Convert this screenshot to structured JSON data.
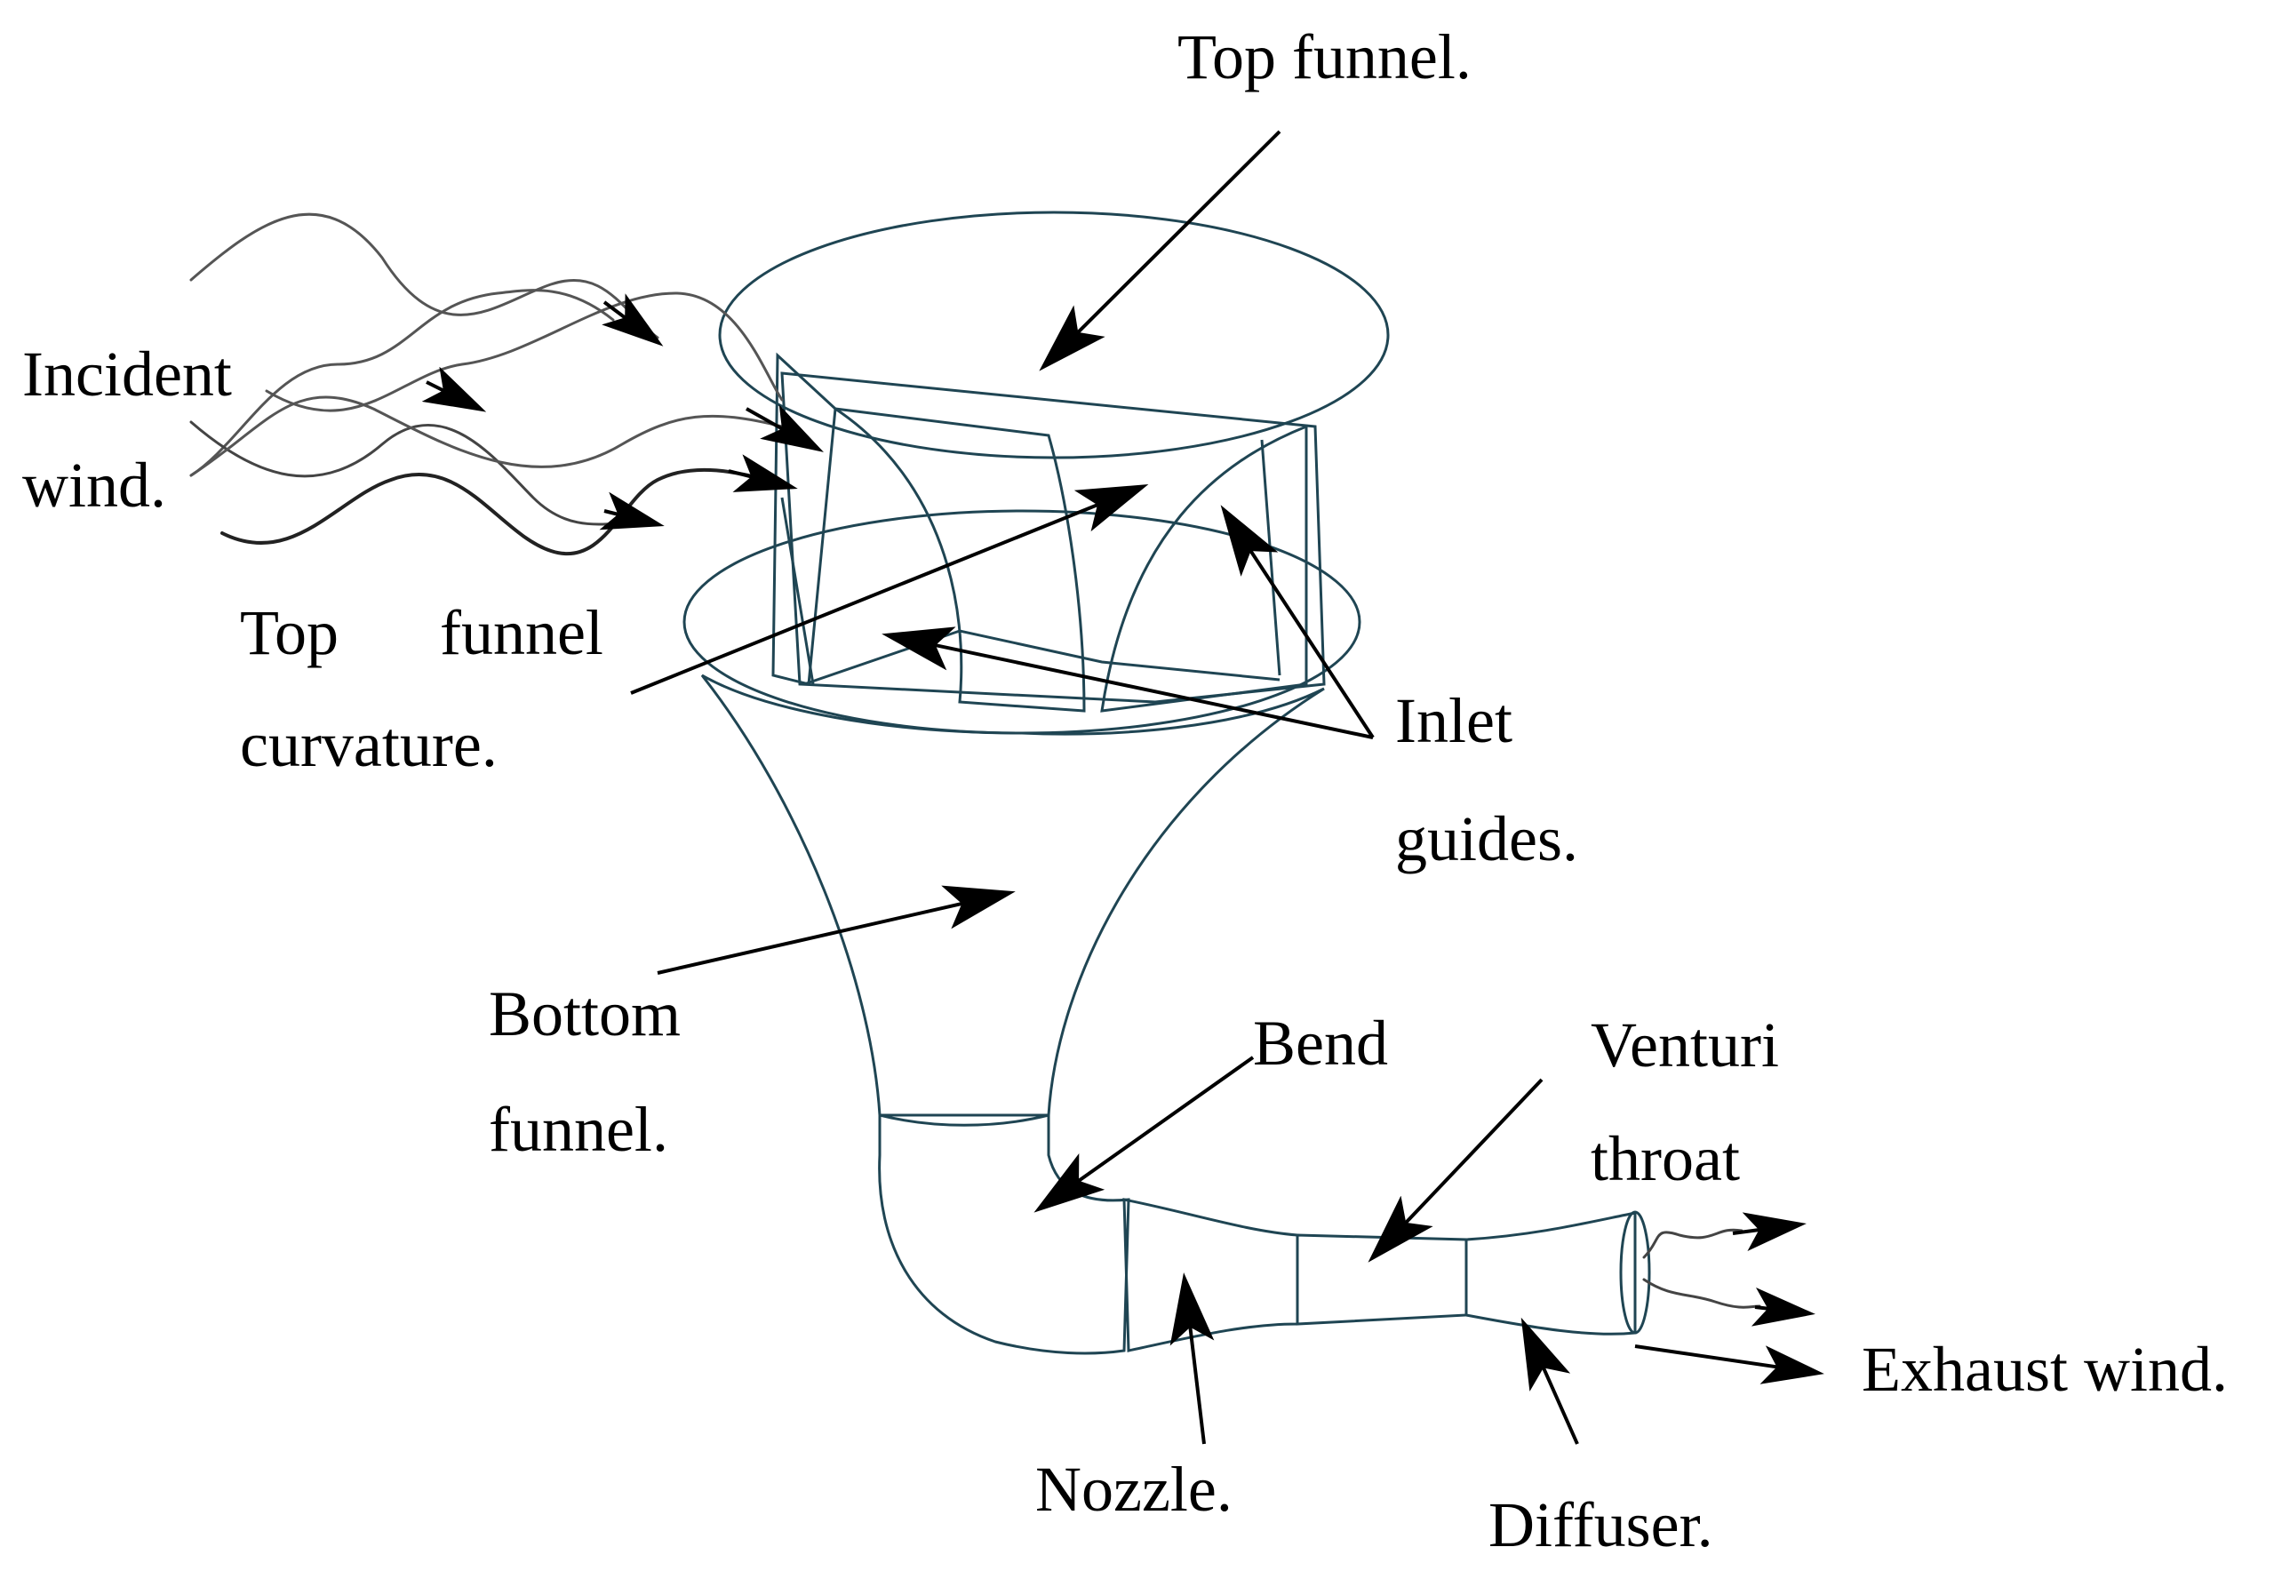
{
  "colors": {
    "body": "#4e7f8f",
    "body_dark": "#3d6b7a",
    "body_light": "#6a98a7",
    "guides": "#5d8e9e",
    "edge": "#1f4553",
    "wind": "#333333",
    "arrow": "#000000"
  },
  "labels": {
    "top_funnel": "Top funnel.",
    "incident_wind_line1": "Incident",
    "incident_wind_line2": "wind.",
    "curvature_line1_a": "Top",
    "curvature_line1_b": "funnel",
    "curvature_line2": "curvature.",
    "inlet_guides_line1": "Inlet",
    "inlet_guides_line2": "guides.",
    "bottom_funnel_line1": "Bottom",
    "bottom_funnel_line2": "funnel.",
    "bend": "Bend",
    "venturi_line1": "Venturi",
    "venturi_line2": "throat",
    "exhaust_wind": "Exhaust wind.",
    "nozzle": "Nozzle.",
    "diffuser": "Diffuser."
  }
}
